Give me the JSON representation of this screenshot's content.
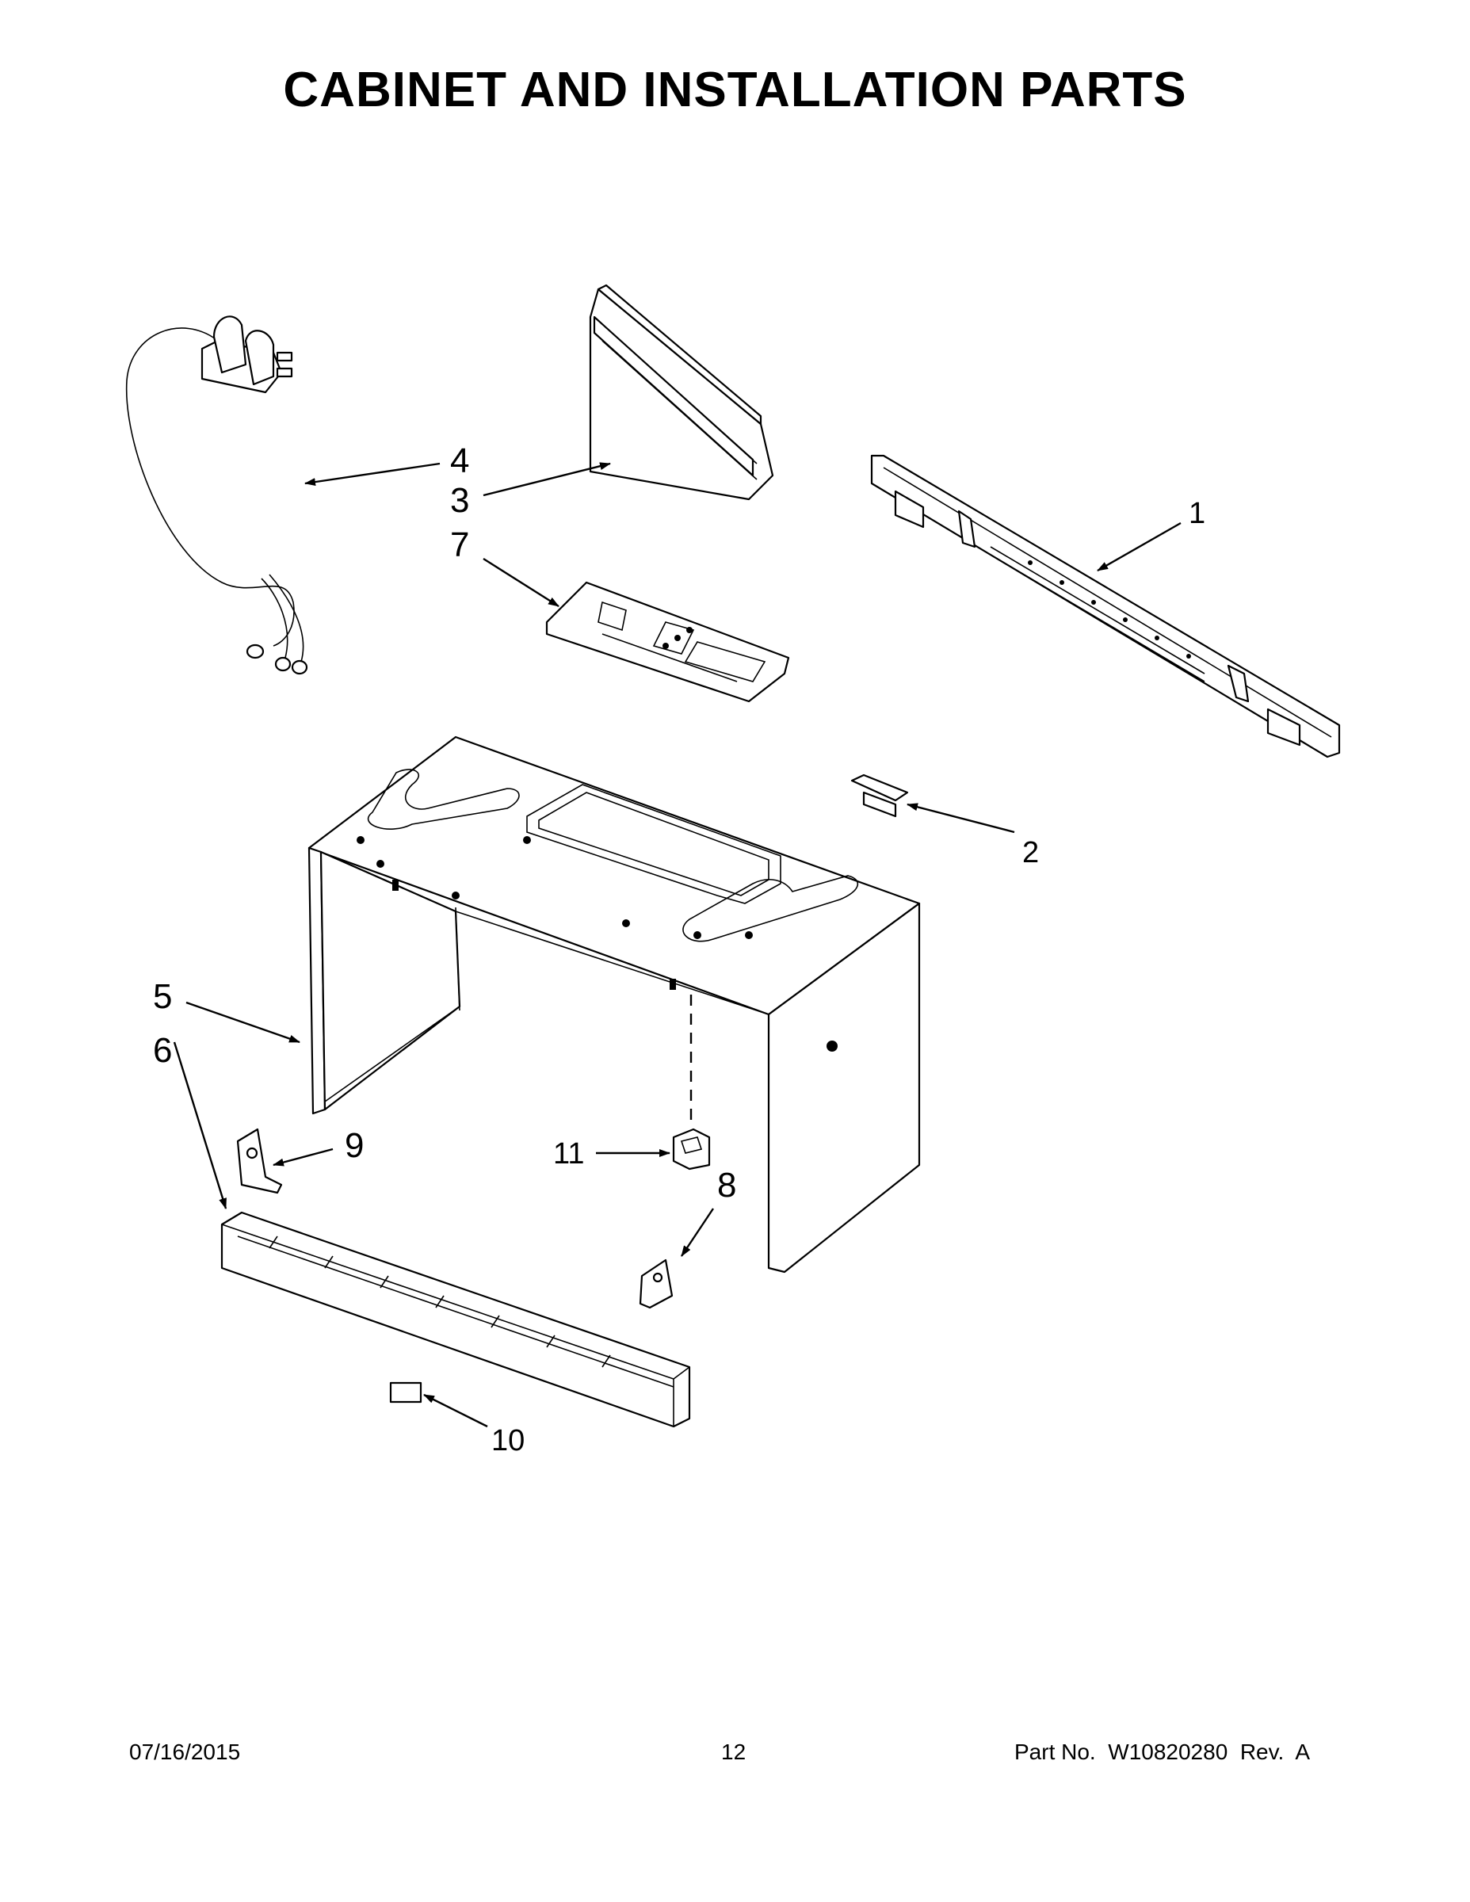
{
  "title": "CABINET AND INSTALLATION PARTS",
  "callouts": {
    "c1": "1",
    "c2": "2",
    "c3": "3",
    "c4": "4",
    "c5": "5",
    "c6": "6",
    "c7": "7",
    "c8": "8",
    "c9": "9",
    "c10": "10",
    "c11": "11"
  },
  "footer": {
    "date": "07/16/2015",
    "page_number": "12",
    "part_number": "Part No.  W10820280  Rev.  A"
  }
}
